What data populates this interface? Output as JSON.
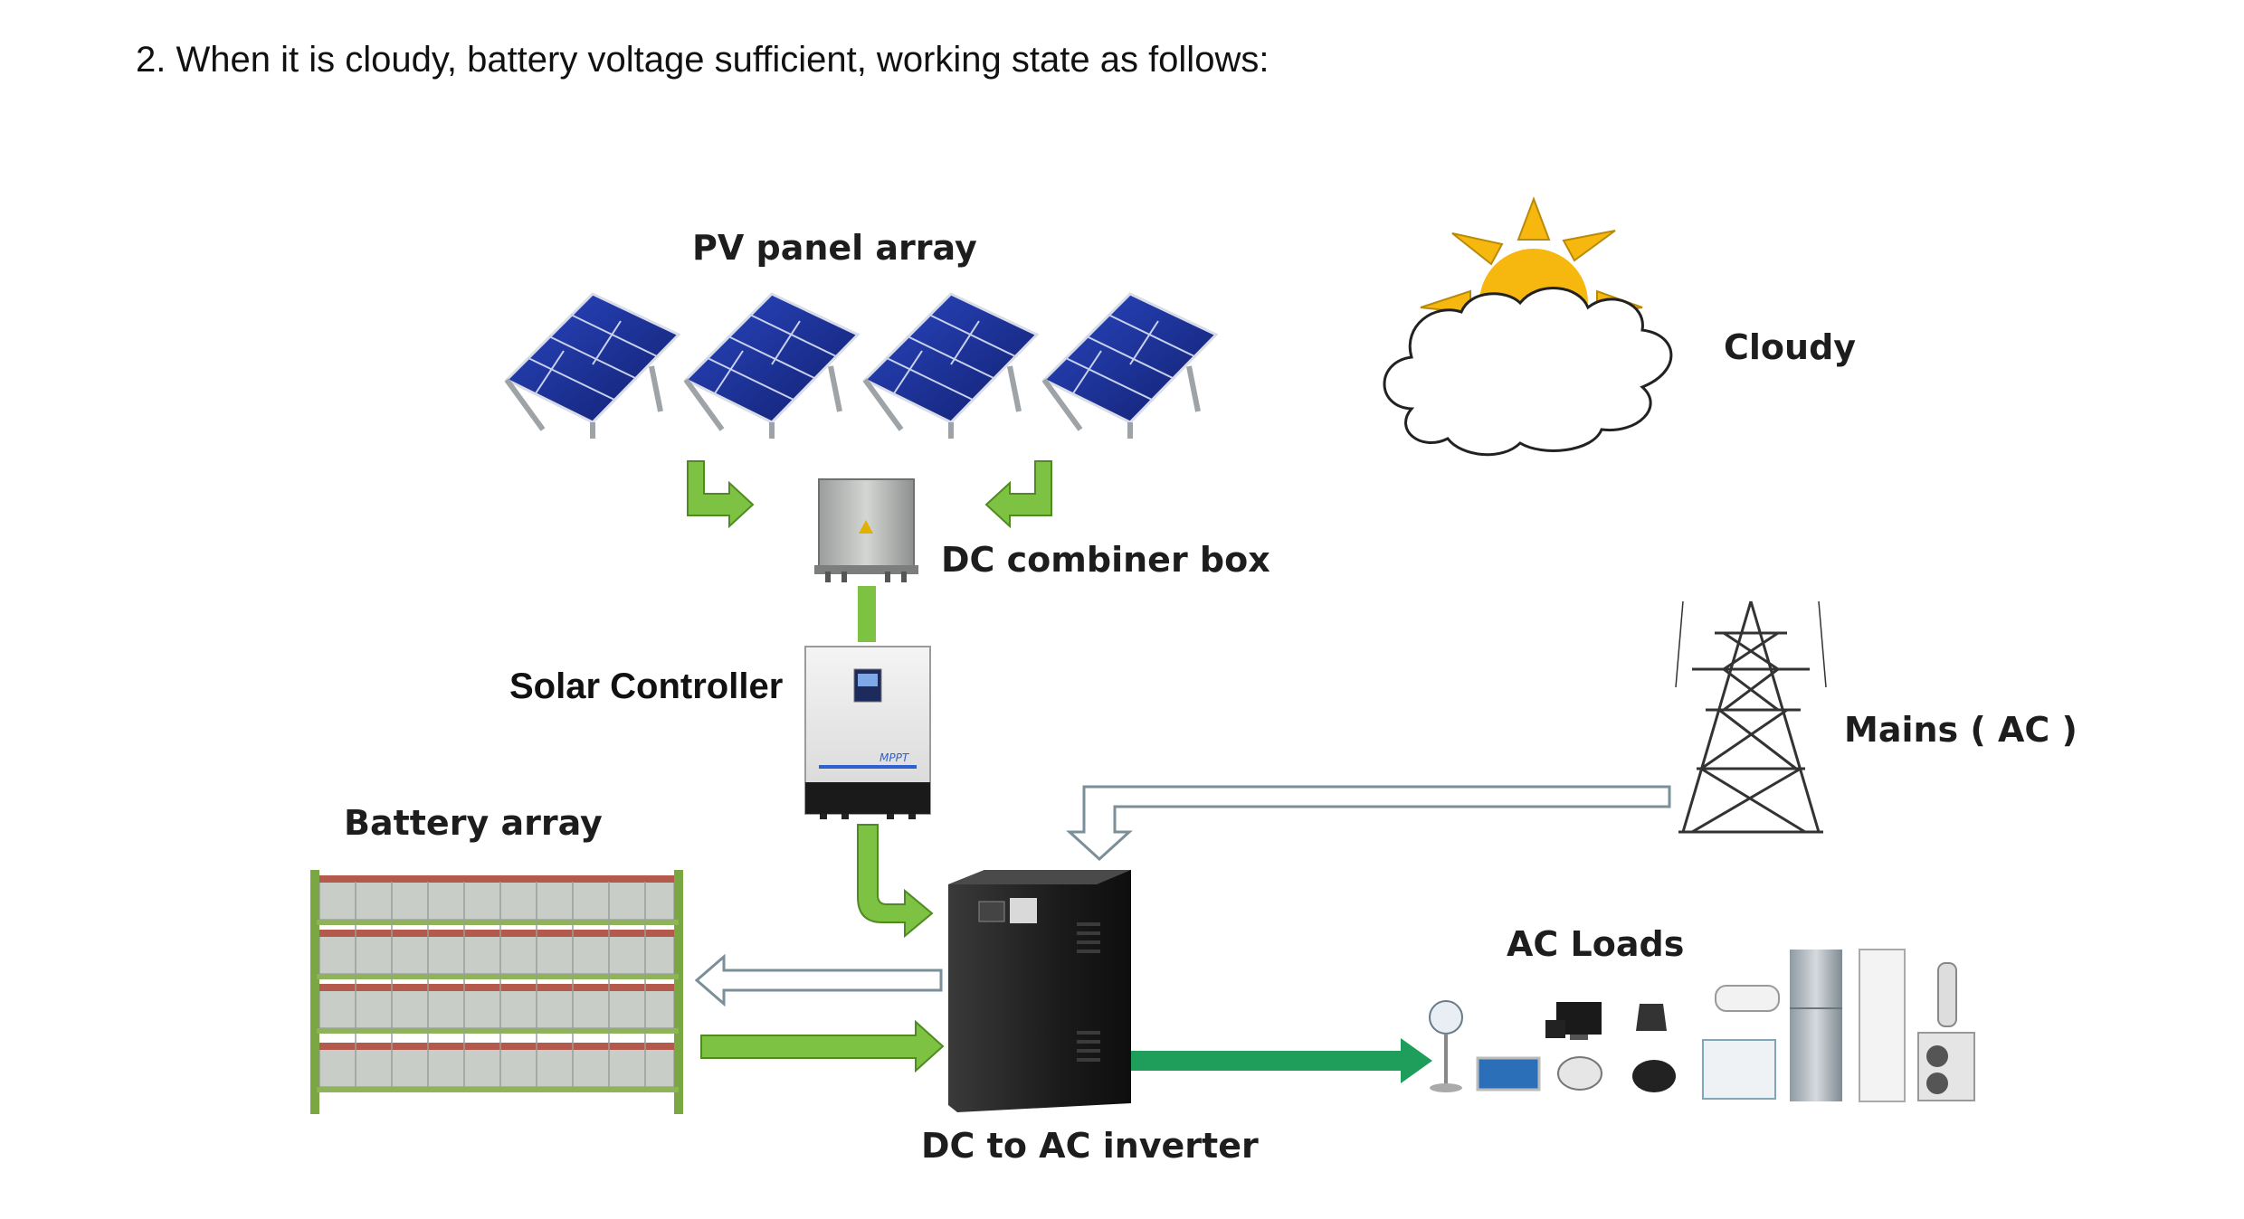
{
  "heading": "2. When it is cloudy, battery voltage sufficient, working state as follows:",
  "labels": {
    "pv_panel_array": "PV panel array",
    "cloudy": "Cloudy",
    "dc_combiner_box": "DC combiner box",
    "solar_controller": "Solar Controller",
    "mains_ac": "Mains ( AC )",
    "battery_array": "Battery array",
    "ac_loads": "AC Loads",
    "dc_to_ac_inverter": "DC to AC inverter"
  },
  "controller_badge": "MPPT",
  "colors": {
    "flow_green": "#7dc243",
    "output_green": "#1e9e5a",
    "panel_blue": "#1c2f94",
    "sun_yellow": "#f6b80f",
    "inverter_black": "#1f1f1f"
  }
}
